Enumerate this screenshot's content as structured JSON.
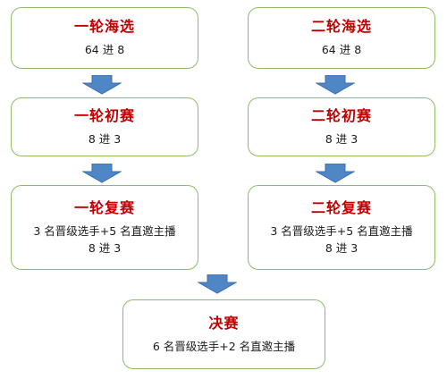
{
  "left": {
    "stage1": {
      "title": "一轮海选",
      "lines": [
        "64 进 8"
      ]
    },
    "stage2": {
      "title": "一轮初赛",
      "lines": [
        "8 进 3"
      ]
    },
    "stage3": {
      "title": "一轮复赛",
      "lines": [
        "3 名晋级选手+5 名直邀主播",
        "8 进 3"
      ]
    }
  },
  "right": {
    "stage1": {
      "title": "二轮海选",
      "lines": [
        "64 进 8"
      ]
    },
    "stage2": {
      "title": "二轮初赛",
      "lines": [
        "8 进 3"
      ]
    },
    "stage3": {
      "title": "二轮复赛",
      "lines": [
        "3 名晋级选手+5 名直邀主播",
        "8 进 3"
      ]
    }
  },
  "final": {
    "title": "决赛",
    "lines": [
      "6 名晋级选手+2 名直邀主播"
    ]
  },
  "colors": {
    "title": "#c00000",
    "box_border": "#8cbd66",
    "arrow_fill": "#4f86c6",
    "arrow_stroke": "#3c6ea8",
    "text": "#1a1a1a"
  }
}
